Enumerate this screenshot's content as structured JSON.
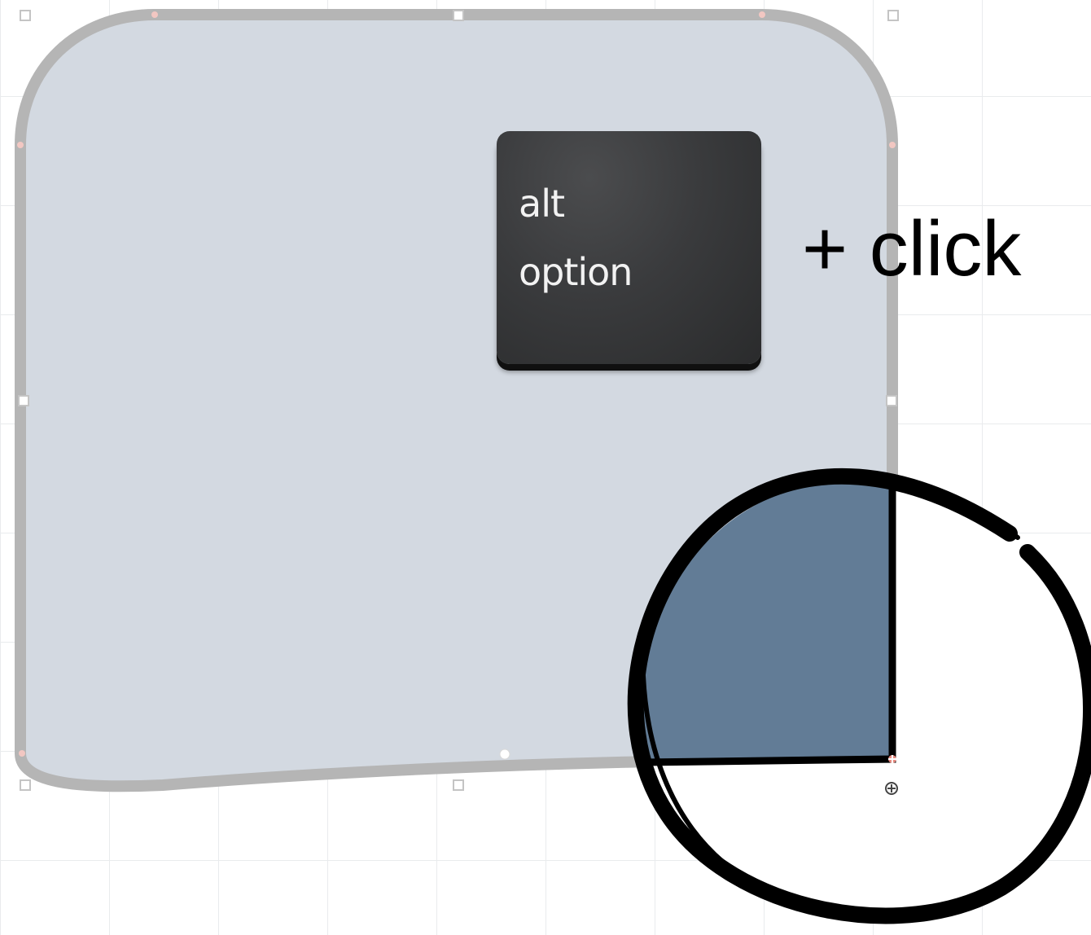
{
  "key": {
    "line1": "alt",
    "line2": "option"
  },
  "action_text": "+ click",
  "colors": {
    "shape_fill": "#d3d9e1",
    "shape_stroke": "#b5b5b5",
    "highlight_fill": "#627c96",
    "key_face": "#3a3b3d",
    "circle_stroke": "#000000",
    "handle_accent": "#e58a80"
  },
  "icons": {
    "handle": "selection-handle-square",
    "anchor": "bezier-anchor-point",
    "move": "move-crosshair-icon",
    "circle": "brush-circle-highlight"
  }
}
